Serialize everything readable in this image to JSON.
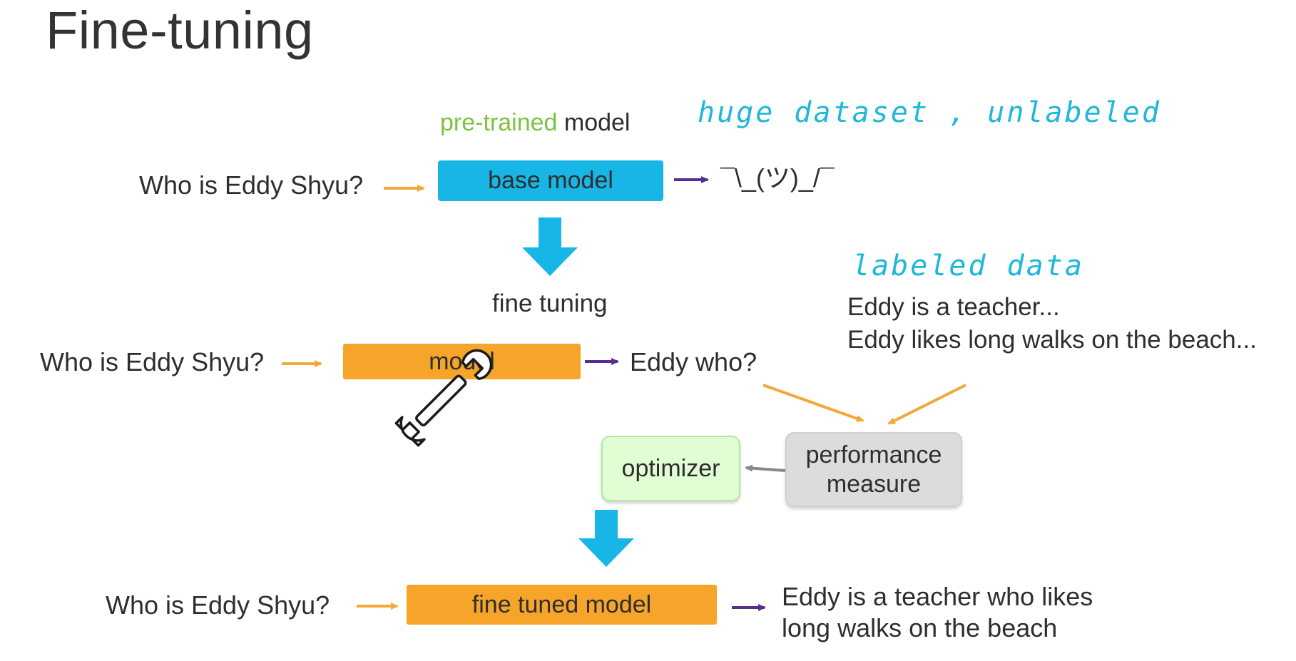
{
  "title": "Fine-tuning",
  "top": {
    "pretrained_word": "pre-trained",
    "model_word": " model",
    "annotation": "huge dataset , unlabeled",
    "question": "Who is Eddy Shyu?",
    "box_label": "base model",
    "output": "¯\\_(ツ)_/¯"
  },
  "middle": {
    "step_label": "fine tuning",
    "question": "Who is Eddy Shyu?",
    "box_label": "model",
    "output": "Eddy who?",
    "annotation": "labeled data",
    "labeled_line1": "Eddy is a teacher...",
    "labeled_line2": "Eddy likes long walks on the beach...",
    "optimizer_label": "optimizer",
    "performance_line1": "performance",
    "performance_line2": "measure"
  },
  "bottom": {
    "question": "Who is Eddy Shyu?",
    "box_label": "fine tuned model",
    "output_line1": "Eddy is a teacher who likes",
    "output_line2": "long walks on the beach"
  },
  "colors": {
    "blue_box": "#17b6e6",
    "orange_box": "#f7a52a",
    "green_text": "#7cc243",
    "orange_arrow": "#f2a93b",
    "purple_arrow": "#5b2d8e",
    "handwriting": "#1fb8d9",
    "gray_arrow": "#888888"
  },
  "icons": [
    "wrench-icon",
    "down-arrow-icon"
  ]
}
